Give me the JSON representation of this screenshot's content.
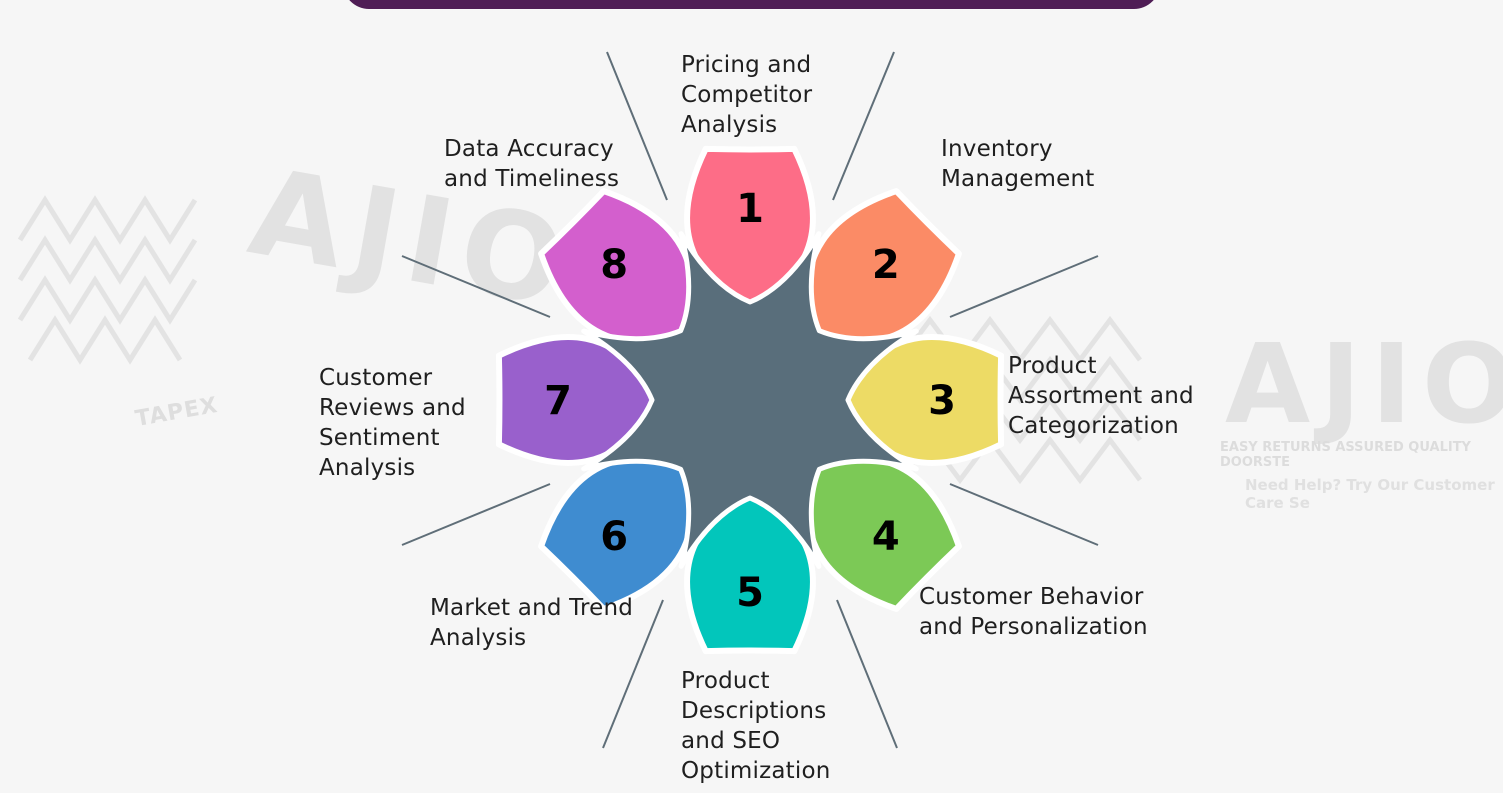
{
  "header_bar_color": "#4f1d55",
  "center_color": "#596e7b",
  "watermark": {
    "left_brand": "AJIO",
    "right_brand": "AJIO",
    "tagline": "EASY RETURNS  ASSURED QUALITY  DOORSTE",
    "help_text": "Need Help? Try Our Customer Care Se",
    "tape_text": "TAPEX"
  },
  "petals": [
    {
      "number": "1",
      "label": "Pricing and\nCompetitor\nAnalysis",
      "color": "#fd6d87"
    },
    {
      "number": "2",
      "label": "Inventory\nManagement",
      "color": "#fb8b66"
    },
    {
      "number": "3",
      "label": "Product\nAssortment and\nCategorization",
      "color": "#eddb65"
    },
    {
      "number": "4",
      "label": "Customer Behavior\nand Personalization",
      "color": "#7cc956"
    },
    {
      "number": "5",
      "label": "Product\nDescriptions\nand SEO\nOptimization",
      "color": "#02c6bb"
    },
    {
      "number": "6",
      "label": "Market and Trend\nAnalysis",
      "color": "#3f8cd0"
    },
    {
      "number": "7",
      "label": "Customer\nReviews and\nSentiment\nAnalysis",
      "color": "#9960cc"
    },
    {
      "number": "8",
      "label": "Data Accuracy\nand Timeliness",
      "color": "#d35fcd"
    }
  ]
}
